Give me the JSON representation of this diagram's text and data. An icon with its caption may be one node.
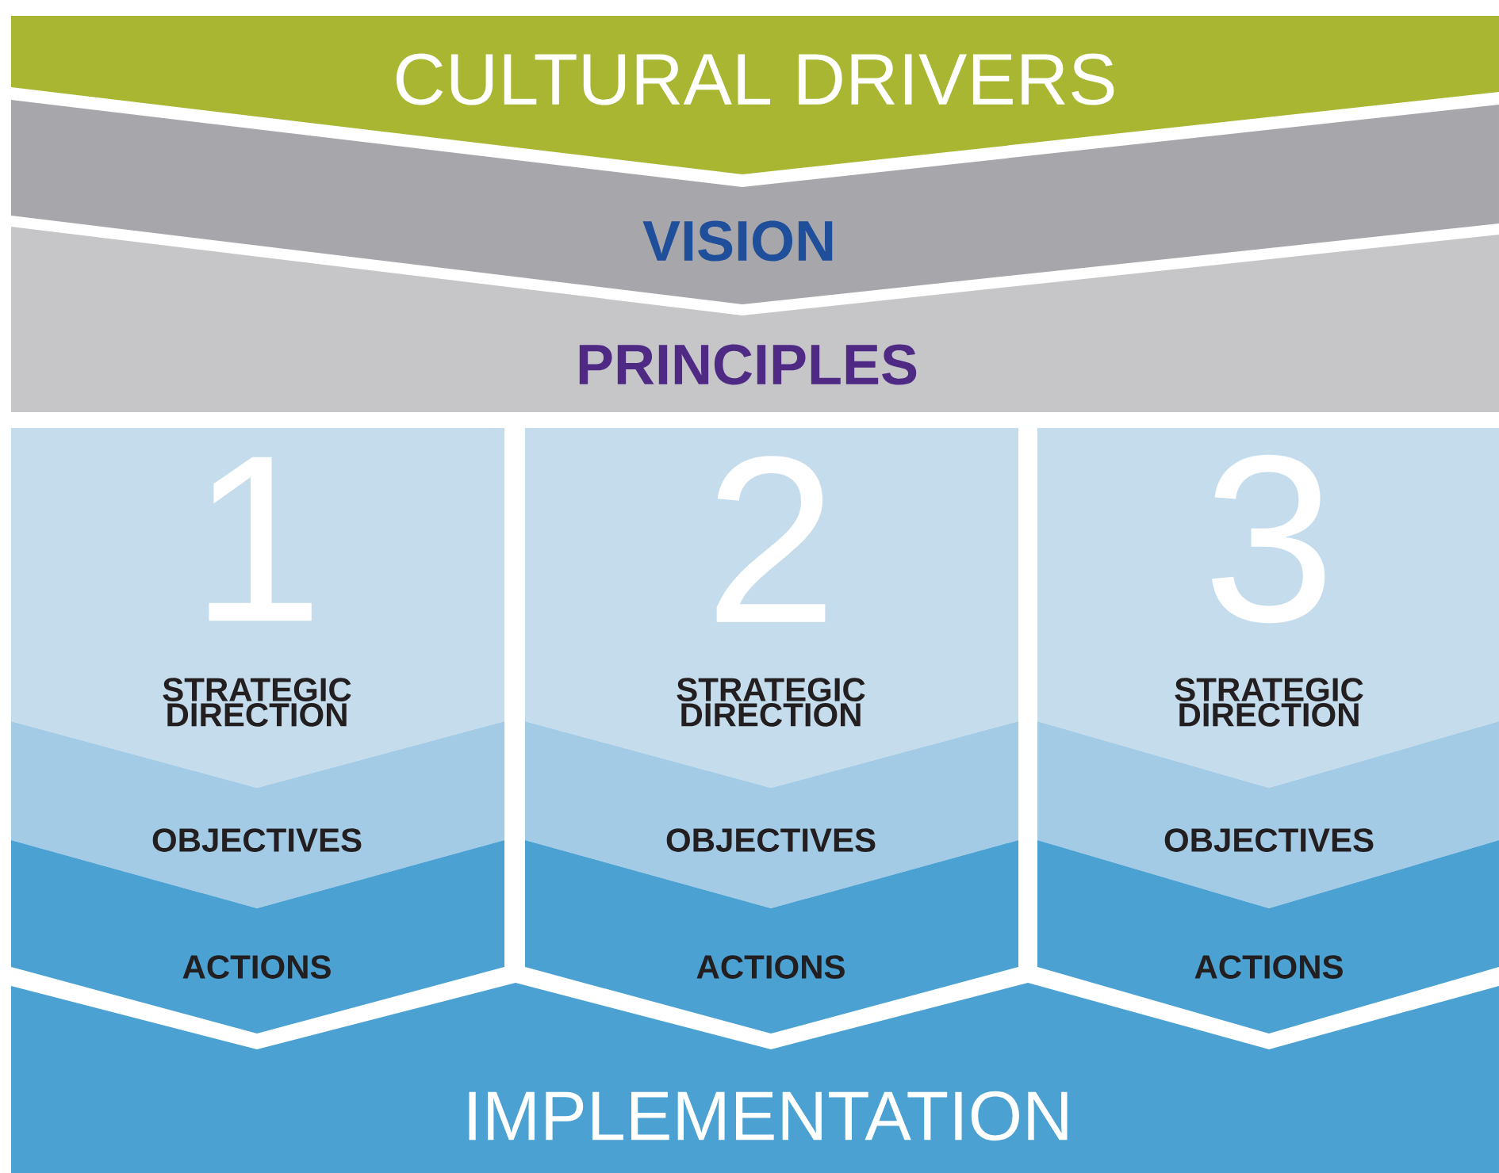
{
  "diagram": {
    "nodes": [
      {
        "text": [
          "CULTURAL DRIVERS"
        ]
      },
      {
        "text": [
          "VISION"
        ]
      },
      {
        "text": [
          "PRINCIPLES"
        ]
      },
      {
        "text": [
          "1",
          "STRATEGIC DIRECTION"
        ]
      },
      {
        "text": [
          "OBJECTIVES"
        ]
      },
      {
        "text": [
          "ACTIONS"
        ]
      },
      {
        "text": [
          "2",
          "STRATEGIC DIRECTION"
        ]
      },
      {
        "text": [
          "OBJECTIVES"
        ]
      },
      {
        "text": [
          "ACTIONS"
        ]
      },
      {
        "text": [
          "3",
          "STRATEGIC DIRECTION"
        ]
      },
      {
        "text": [
          "OBJECTIVES"
        ]
      },
      {
        "text": [
          "ACTIONS"
        ]
      },
      {
        "text": [
          "IMPLEMENTATION"
        ]
      }
    ]
  }
}
